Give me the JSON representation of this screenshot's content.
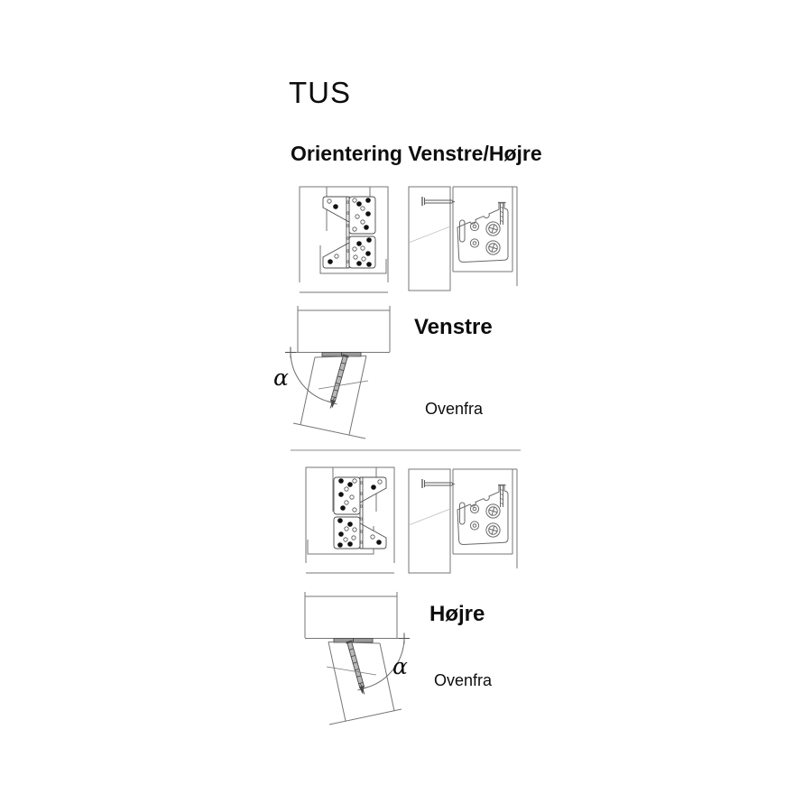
{
  "document": {
    "title": "TUS",
    "heading": "Orientering Venstre/Højre",
    "sections": [
      {
        "orientation_label": "Venstre",
        "view_caption": "Ovenfra",
        "angle_symbol": "α"
      },
      {
        "orientation_label": "Højre",
        "view_caption": "Ovenfra",
        "angle_symbol": "α"
      }
    ],
    "drawings": {
      "front_view": "joist-hanger-front-view",
      "side_view": "joist-hanger-side-view",
      "top_view": "joist-angle-top-view"
    },
    "colors": {
      "background": "#ffffff",
      "line": "#767676",
      "text": "#0d0d0d",
      "metal_fill": "#b8b8b8",
      "plate_fill": "#9a9a9a",
      "hole_fill": "#111111"
    }
  }
}
